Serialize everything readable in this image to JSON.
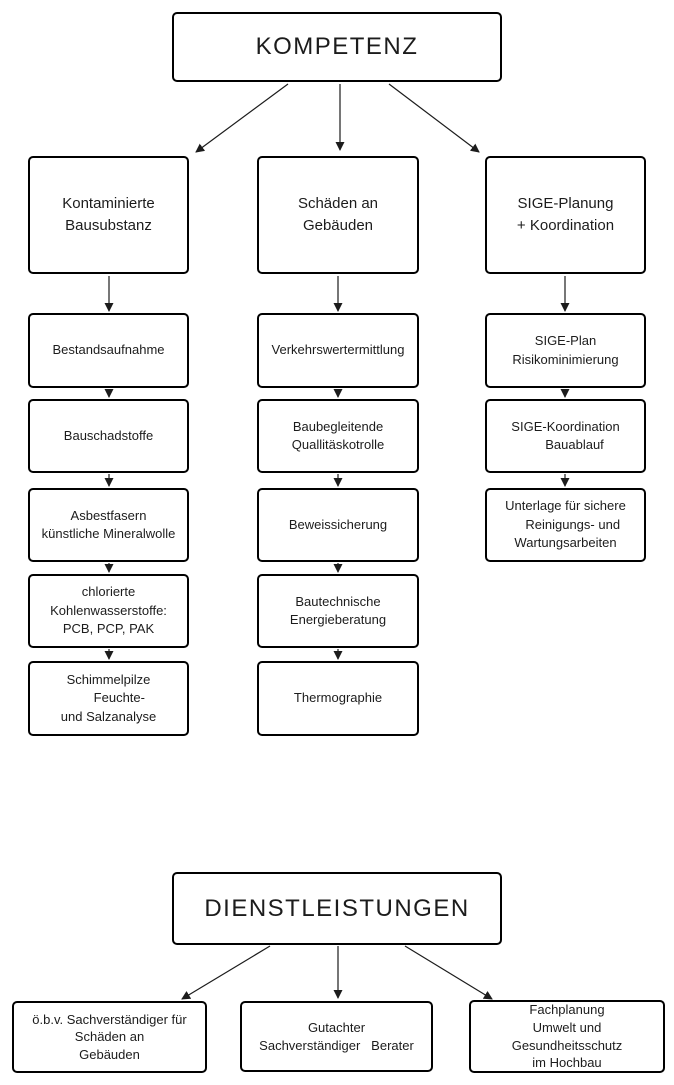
{
  "palette": {
    "border": "#000000",
    "background": "#ffffff",
    "text": "#1c1c1c"
  },
  "kompetenz": {
    "title": "KOMPETENZ",
    "columns": [
      {
        "header": "Kontaminierte\nBausubstanz",
        "items": [
          "Bestandsaufnahme",
          "Bauschadstoffe",
          "Asbestfasern\nkünstliche Mineralwolle",
          "chlorierte\nKohlenwasserstoffe:\nPCB, PCP, PAK",
          "Schimmelpilze\n      Feuchte-\nund Salzanalyse"
        ]
      },
      {
        "header": "Schäden an\nGebäuden",
        "items": [
          "Verkehrswertermittlung",
          "Baubegleitende\nQuallitäskotrolle",
          "Beweissicherung",
          "Bautechnische\nEnergieberatung",
          "Thermographie"
        ]
      },
      {
        "header": "SIGE-Planung\n+ Koordination",
        "items": [
          "SIGE-Plan\nRisikominimierung",
          "SIGE-Koordination\n     Bauablauf",
          "Unterlage für sichere\n    Reinigungs- und\nWartungsarbeiten"
        ]
      }
    ]
  },
  "dienstleistungen": {
    "title": "DIENSTLEISTUNGEN",
    "items": [
      "ö.b.v. Sachverständiger für\nSchäden an\nGebäuden",
      "Gutachter\nSachverständiger   Berater",
      "Fachplanung\nUmwelt und\nGesundheitsschutz\nim Hochbau"
    ]
  }
}
